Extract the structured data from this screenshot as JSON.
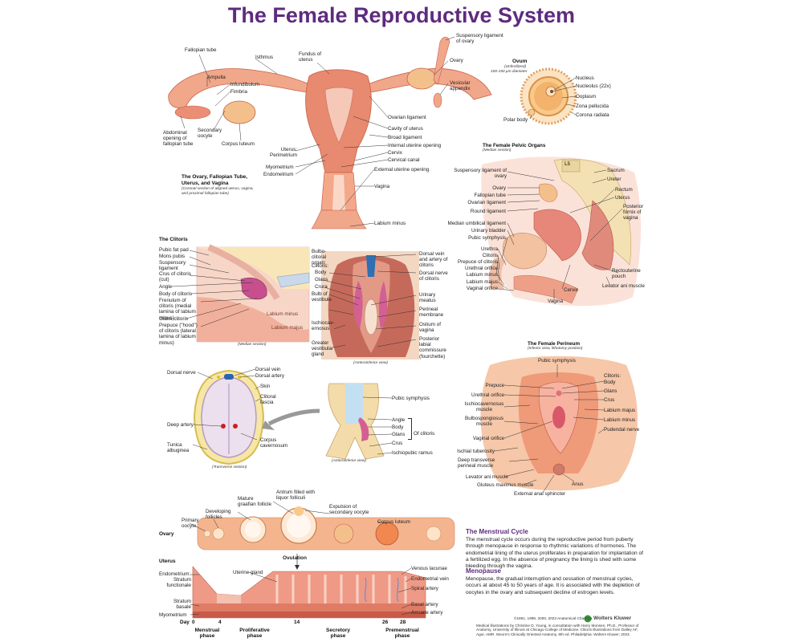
{
  "title": "The Female Reproductive System",
  "colors": {
    "title": "#5e2b7e",
    "tissue": "#f1a78a",
    "tissue_dark": "#d86f5a",
    "yellow": "#f6d98a",
    "blue": "#9fc8e8"
  },
  "main": {
    "heading": "The Ovary, Fallopian Tube, Uterus, and Vagina",
    "caption": "(Coronal section of aligned uterus, vagina, and proximal fallopian tube)",
    "labels": {
      "fallopian_tube": "Fallopian tube",
      "isthmus": "Isthmus",
      "fundus": "Fundus of uterus",
      "suspensory": "Suspensory ligament of ovary",
      "ovary": "Ovary",
      "vesicular": "Vesicular appendix",
      "ampulla": "Ampulla",
      "infundibulum": "Infundibulum",
      "fimbria": "Fimbria",
      "abdominal": "Abdominal opening of fallopian tube",
      "secondary_oocyte": "Secondary oocyte",
      "corpus_luteum": "Corpus luteum",
      "ovarian_ligament": "Ovarian ligament",
      "cavity": "Cavity of uterus",
      "broad": "Broad ligament",
      "internal_os": "Internal uterine opening",
      "cervix": "Cervix",
      "cervical_canal": "Cervical canal",
      "uterus_perimetrium": "Uterus: Perimetrium",
      "myometrium": "Myometrium",
      "endometrium": "Endometrium",
      "external_os": "External uterine opening",
      "vagina": "Vagina",
      "labium_minus": "Labium minus"
    }
  },
  "ovum": {
    "heading": "Ovum",
    "sub1": "(Unfertilized)",
    "sub2": "100-150 μm diameter",
    "labels": {
      "nucleus": "Nucleus",
      "nucleolus": "Nucleolus (22x)",
      "ooplasm": "Ooplasm",
      "zona": "Zona pellucida",
      "corona": "Corona radiata",
      "polar": "Polar body"
    }
  },
  "pelvic": {
    "heading": "The Female Pelvic Organs",
    "caption": "(Median section)",
    "vertebra": "L5",
    "labels": {
      "suspensory": "Suspensory ligament of ovary",
      "ovary": "Ovary",
      "fallopian": "Fallopian tube",
      "ovarian_lig": "Ovarian ligament",
      "round_lig": "Round ligament",
      "umbilical": "Median umbilical ligament",
      "bladder": "Urinary bladder",
      "pubic": "Pubic symphysis",
      "sacrum": "Sacrum",
      "ureter": "Ureter",
      "rectum": "Rectum",
      "uterus": "Uterus",
      "posterior_fornix": "Posterior fornix of vagina",
      "urethra": "Urethra",
      "clitoris": "Clitoris",
      "prepuce": "Prepuce of clitoris",
      "urethral_orifice": "Urethral orifice",
      "labium_minus": "Labium minus",
      "labium_majus": "Labium majus",
      "vaginal_orifice": "Vaginal orifice",
      "rectouterine": "Rectouterine pouch",
      "levator": "Levator ani muscle",
      "cervix": "Cervix",
      "vagina": "Vagina"
    }
  },
  "clitoris": {
    "heading": "The Clitoris",
    "left_labels": {
      "pubic_fat": "Pubic fat pad",
      "mons": "Mons pubis",
      "suspensory": "Suspensory ligament",
      "crus": "Crus of clitoris (cut)",
      "angle": "Angle",
      "body": "Body of clitoris",
      "frenulum": "Frenulum of clitoris (medial lamina of labium minus)",
      "glans": "Glans clitoris",
      "prepuce": "Prepuce (\"hood\") of clitoris (lateral lamina of labium minus)"
    },
    "in_labels": {
      "labium_minus": "Labium minus",
      "labium_majus": "Labium majus"
    },
    "median_caption": "(Median section)",
    "mid_labels": {
      "organ": "Bulbo-clitoral organ:",
      "clitoris": "Clitoris:",
      "body": "Body",
      "glans": "Glans",
      "crura": "Crura",
      "bulb": "Bulb of vestibule",
      "ischio": "Ischiocav-ernosus",
      "greater": "Greater vestibular gland"
    },
    "right_labels": {
      "dorsal_vein": "Dorsal vein and artery of clitoris",
      "dorsal_nerve": "Dorsal nerve of clitoris",
      "meatus": "Urinary meatus",
      "perineal": "Perineal membrane",
      "ostium": "Ostium of vagina",
      "posterior": "Posterior labial commissure (fourchette)"
    },
    "antero_caption": "(Anteroinferior view)"
  },
  "transverse": {
    "labels": {
      "dorsal_nerve": "Dorsal nerve",
      "dorsal_vein": "Dorsal vein",
      "dorsal_artery": "Dorsal artery",
      "skin": "Skin",
      "fascia": "Clitoral fascia",
      "deep_artery": "Deep artery",
      "corpus": "Corpus cavernosum",
      "tunica": "Tunica albuginea"
    },
    "caption": "(Transverse section)"
  },
  "anteroinferior": {
    "labels": {
      "pubic": "Pubic symphysis",
      "angle": "Angle",
      "body": "Body",
      "glans": "Glans",
      "of_clitoris": "Of clitoris",
      "crus": "Crus",
      "ramus": "Ischiopubic ramus"
    },
    "caption": "(Anteroinferior view)"
  },
  "perineum": {
    "heading": "The Female Perineum",
    "caption": "(Inferior view, lithotomy position)",
    "labels": {
      "pubic": "Pubic symphysis",
      "prepuce": "Prepuce",
      "urethral": "Urethral orifice",
      "ischio": "Ischiocavernosus muscle",
      "bulbo": "Bulbospongiosus muscle",
      "vaginal": "Vaginal orifice",
      "tuberosity": "Ischial tuberosity",
      "deep": "Deep transverse perineal muscle",
      "levator": "Levator ani muscle",
      "gluteus": "Gluteus maximus muscle",
      "clitoris": "Clitoris:",
      "body": "Body",
      "glans": "Glans",
      "crus": "Crus",
      "majus": "Labium majus",
      "minus": "Labium minus",
      "pudendal": "Pudendal nerve",
      "anus": "Anus",
      "sphincter": "External anal sphincter"
    }
  },
  "cycle": {
    "ovary_heading": "Ovary",
    "uterus_heading": "Uterus",
    "ovary_labels": {
      "primary": "Primary oocyte",
      "developing": "Developing follicles",
      "mature": "Mature graafian follicle",
      "antrum": "Antrum filled with liquor folliculi",
      "expulsion": "Expulsion of secondary oocyte",
      "corpus": "Corpus luteum"
    },
    "ovulation": "Ovulation",
    "uterus_labels": {
      "endometrium": "Endometrium:",
      "functionale": "Stratum functionale",
      "basale": "Stratum basale",
      "myometrium": "Myometrium",
      "gland": "Uterine gland",
      "lacunae": "Venous lacunae",
      "vein": "Endometrial vein",
      "spiral": "Spiral artery",
      "basal": "Basal artery",
      "arcuate": "Arcuate artery"
    },
    "day_label": "Day",
    "days": [
      "0",
      "4",
      "14",
      "26",
      "28"
    ],
    "phases": [
      "Menstrual phase",
      "Proliferative phase",
      "Secretory phase",
      "Premenstrual phase"
    ]
  },
  "text": {
    "menstrual_heading": "The Menstrual Cycle",
    "menstrual_body": "The menstrual cycle occurs during the reproductive period from puberty through menopause in response to rhythmic variations of hormones. The endometrial lining of the uterus proliferates in preparation for implantation of a fertilized egg. In the absence of pregnancy the lining is shed with some bleeding through the vagina.",
    "menopause_heading": "Menopause",
    "menopause_body": "Menopause, the gradual interruption and cessation of menstrual cycles, occurs at about 45 to 50 years of age. It is associated with the depletion of oocytes in the ovary and subsequent decline of estrogen levels."
  },
  "footer": {
    "copyright": "©1991, 1999, 2000, 2023 Anatomical Chart Co.",
    "brand": "Wolters Kluwer",
    "credits": "Medical illustrations by Christine D. Young, in consultation with Harry Monsen, Ph.D., Professor of Anatomy, University of Illinois at Chicago College of Medicine. Clitoris illustrations from Dalley AF, Agur, AMR. Moore's Clinically Oriented Anatomy, 9th ed. Philadelphia: Wolters Kluwer; 2023."
  }
}
